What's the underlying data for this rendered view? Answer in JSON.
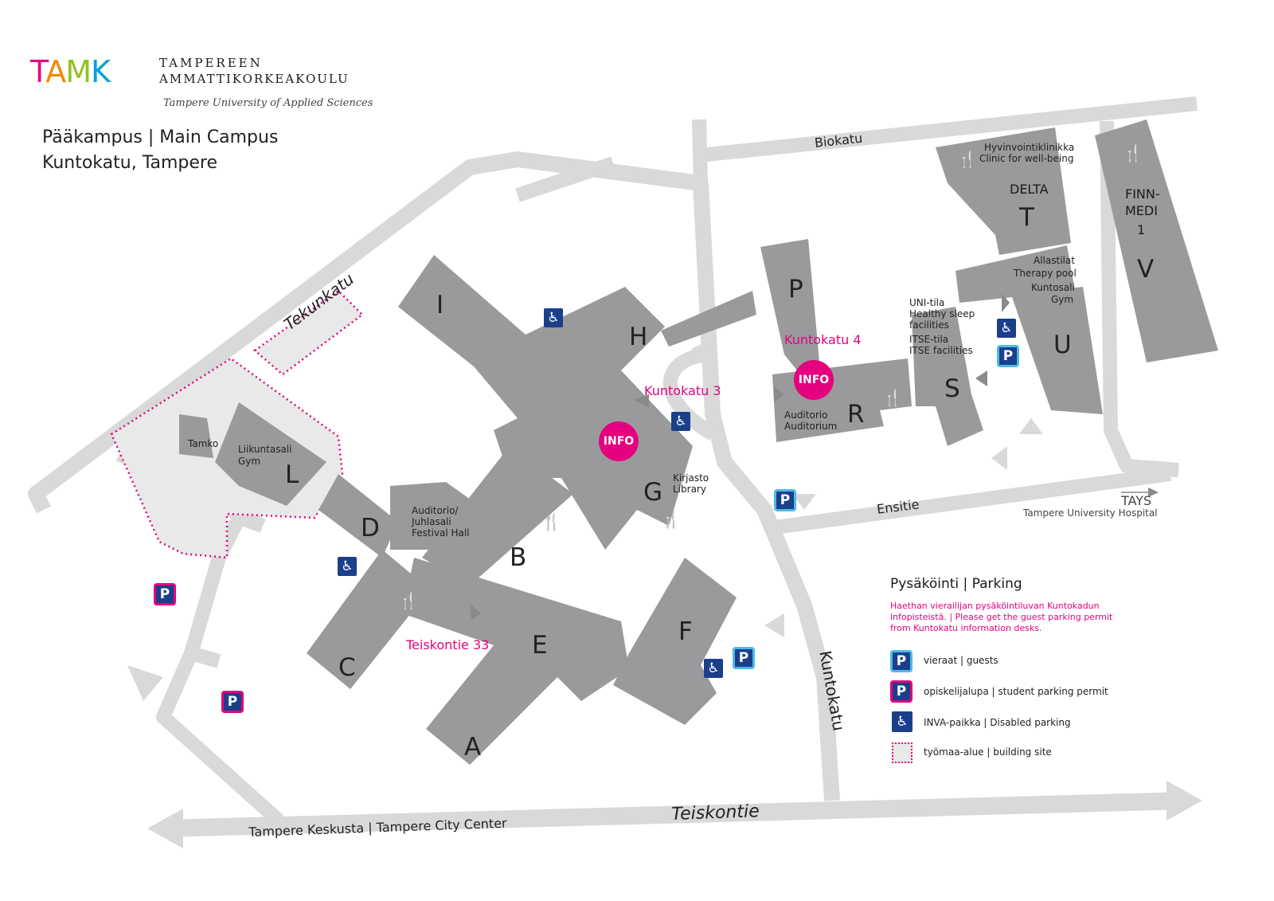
{
  "logo": {
    "mark": "TAMK",
    "line1": "TAMPEREEN",
    "line2": "AMMATTIKORKEAKOULU",
    "line3": "Tampere University of Applied Sciences"
  },
  "title": {
    "line1": "Pääkampus | Main Campus",
    "line2": "Kuntokatu, Tampere"
  },
  "colors": {
    "road": "#d9d9d9",
    "building": "#9a9a9c",
    "accent": "#e4007e",
    "parking_guest_border": "#4bbbe6",
    "parking_fill": "#1b3f8b"
  },
  "streets": {
    "tekunkatu": "Tekunkatu",
    "biokatu": "Biokatu",
    "ensitie": "Ensitie",
    "kuntokatu": "Kuntokatu",
    "teiskontie": "Teiskontie",
    "city_center": "Tampere Keskusta | Tampere City Center",
    "tays": "TAYS",
    "tays_full": "Tampere University Hospital"
  },
  "buildings": {
    "A": "A",
    "B": "B",
    "C": "C",
    "D": "D",
    "E": "E",
    "F": "F",
    "G": "G",
    "H": "H",
    "I": "I",
    "L": "L",
    "P": "P",
    "R": "R",
    "S": "S",
    "T": "T",
    "U": "U",
    "V": "V"
  },
  "building_labels": {
    "tamko": "Tamko",
    "liikuntasali": "Liikuntasali",
    "gym": "Gym",
    "auditorio_juhlasali_1": "Auditorio/",
    "auditorio_juhlasali_2": "Juhlasali",
    "festival_hall": "Festival Hall",
    "kirjasto": "Kirjasto",
    "library": "Library",
    "auditorio": "Auditorio",
    "auditorium": "Auditorium",
    "hyvinvointi": "Hyvinvointiklinikka",
    "clinic": "Clinic for well-being",
    "delta": "DELTA",
    "finn1": "FINN-",
    "finn2": "MEDI",
    "finn3": "1",
    "allastilat": "Allastilat",
    "therapy": "Therapy pool",
    "kuntosali": "Kuntosali",
    "gym2": "Gym",
    "uni1": "UNI-tila",
    "uni2": "Healthy sleep",
    "uni3": "facilities",
    "itse1": "ITSE-tila",
    "itse2": "ITSE facilities"
  },
  "addresses": {
    "kuntokatu4": "Kuntokatu 4",
    "kuntokatu3": "Kuntokatu 3",
    "teiskontie33": "Teiskontie 33"
  },
  "info": {
    "label": "INFO"
  },
  "icons": {
    "parking": "P",
    "disabled": "♿",
    "restaurant": "🍴"
  },
  "legend": {
    "title": "Pysäköinti | Parking",
    "note1": "Haethan vierailijan pysäköintiluvan Kuntokadun",
    "note2": "infopisteistä. | Please get the guest parking permit",
    "note3": "from Kuntokatu information desks.",
    "guests": "vieraat | guests",
    "student": "opiskelijalupa | student parking permit",
    "disabled": "INVA-paikka | Disabled parking",
    "site": "työmaa-alue | building site"
  }
}
